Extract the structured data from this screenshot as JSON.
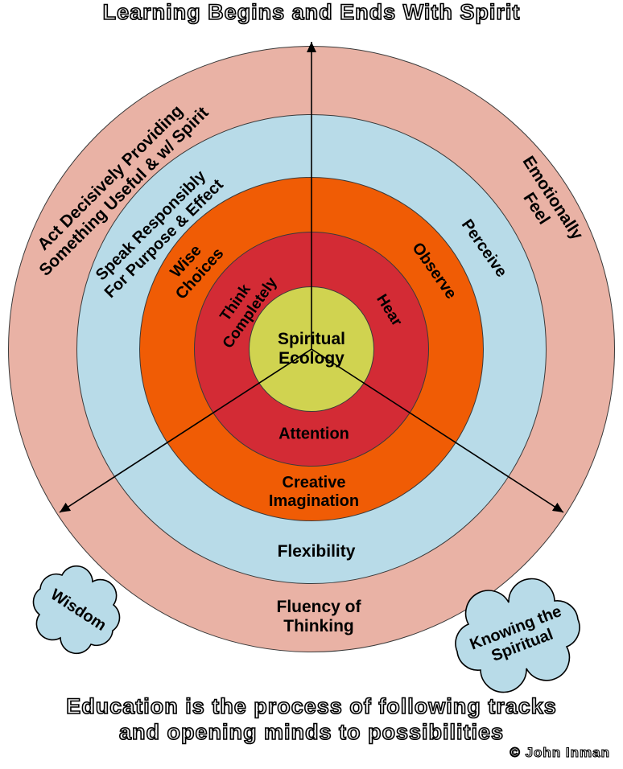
{
  "title": "Learning Begins and Ends With Spirit",
  "center": {
    "label": "Spiritual\nEcology",
    "color": "#d0d350"
  },
  "rings": [
    {
      "name": "hear",
      "color": "#d32b35",
      "left_label": "Think\nCompletely",
      "right_label": "Hear",
      "bottom_label": "Attention"
    },
    {
      "name": "observe",
      "color": "#f05c05",
      "left_label": "Wise\nChoices",
      "right_label": "Observe",
      "bottom_label": "Creative\nImagination"
    },
    {
      "name": "perceive",
      "color": "#b8dbe8",
      "left_label": "Speak Responsibly\nFor Purpose & Effect",
      "right_label": "Perceive",
      "bottom_label": "Flexibility"
    },
    {
      "name": "feel",
      "color": "#e9b2a5",
      "left_label": "Act Decisively Providing\nSomething Useful & w/ Spirit",
      "right_label": "Emotionally\nFeel",
      "bottom_label": "Fluency of\nThinking"
    }
  ],
  "clouds": {
    "color": "#b8dbe8",
    "left_label": "Wisdom",
    "right_label": "Knowing the\nSpiritual"
  },
  "footer": {
    "caption": "Education is the process of following tracks\nand opening minds to possibilities",
    "credit": "© John Inman"
  }
}
